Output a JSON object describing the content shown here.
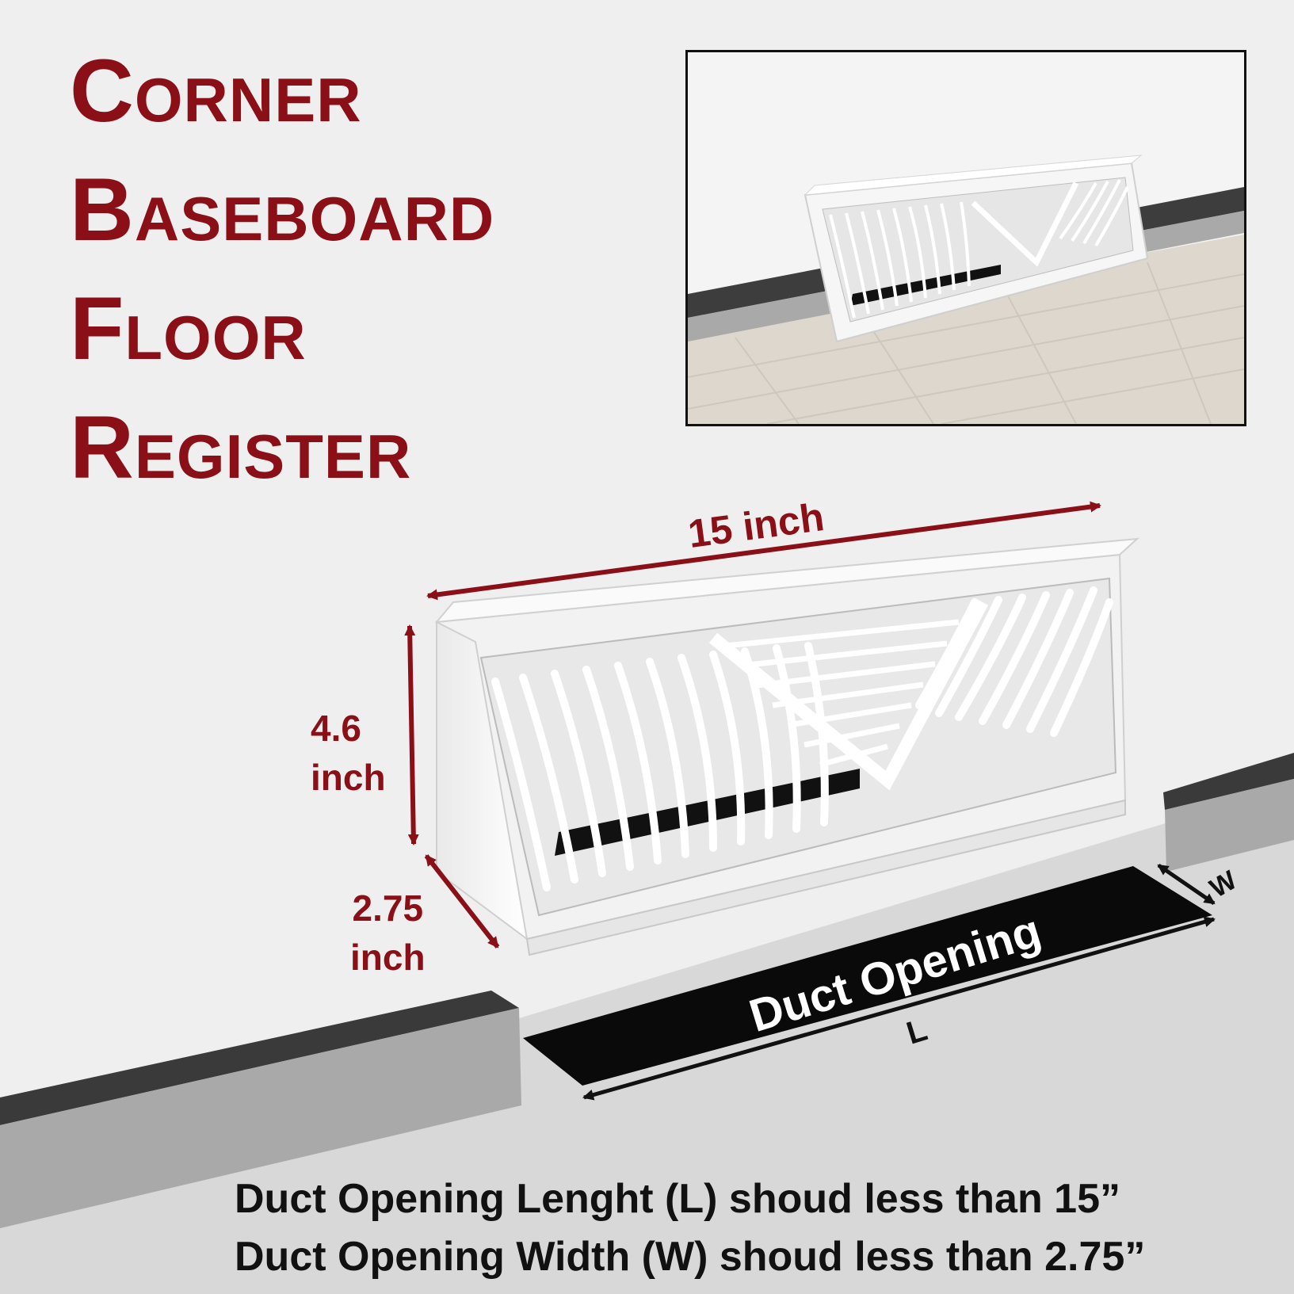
{
  "title": {
    "lines": [
      "Corner",
      "Baseboard",
      "Floor",
      "Register"
    ]
  },
  "dimensions": {
    "length": "15 inch",
    "height_value": "4.6",
    "height_unit": "inch",
    "depth_value": "2.75",
    "depth_unit": "inch"
  },
  "duct": {
    "label": "Duct Opening",
    "length_letter": "L",
    "width_letter": "W"
  },
  "notes": [
    "Duct Opening Lenght (L) shoud less than 15”",
    "Duct Opening Width (W) shoud less than 2.75”"
  ],
  "colors": {
    "accent": "#8b0f16",
    "background": "#efefef",
    "floor": "#d8d8d8",
    "baseboard_top": "#3a3a3a",
    "baseboard_face": "#a9a9a9",
    "duct": "#0a0a0a",
    "register": "#ffffff"
  }
}
